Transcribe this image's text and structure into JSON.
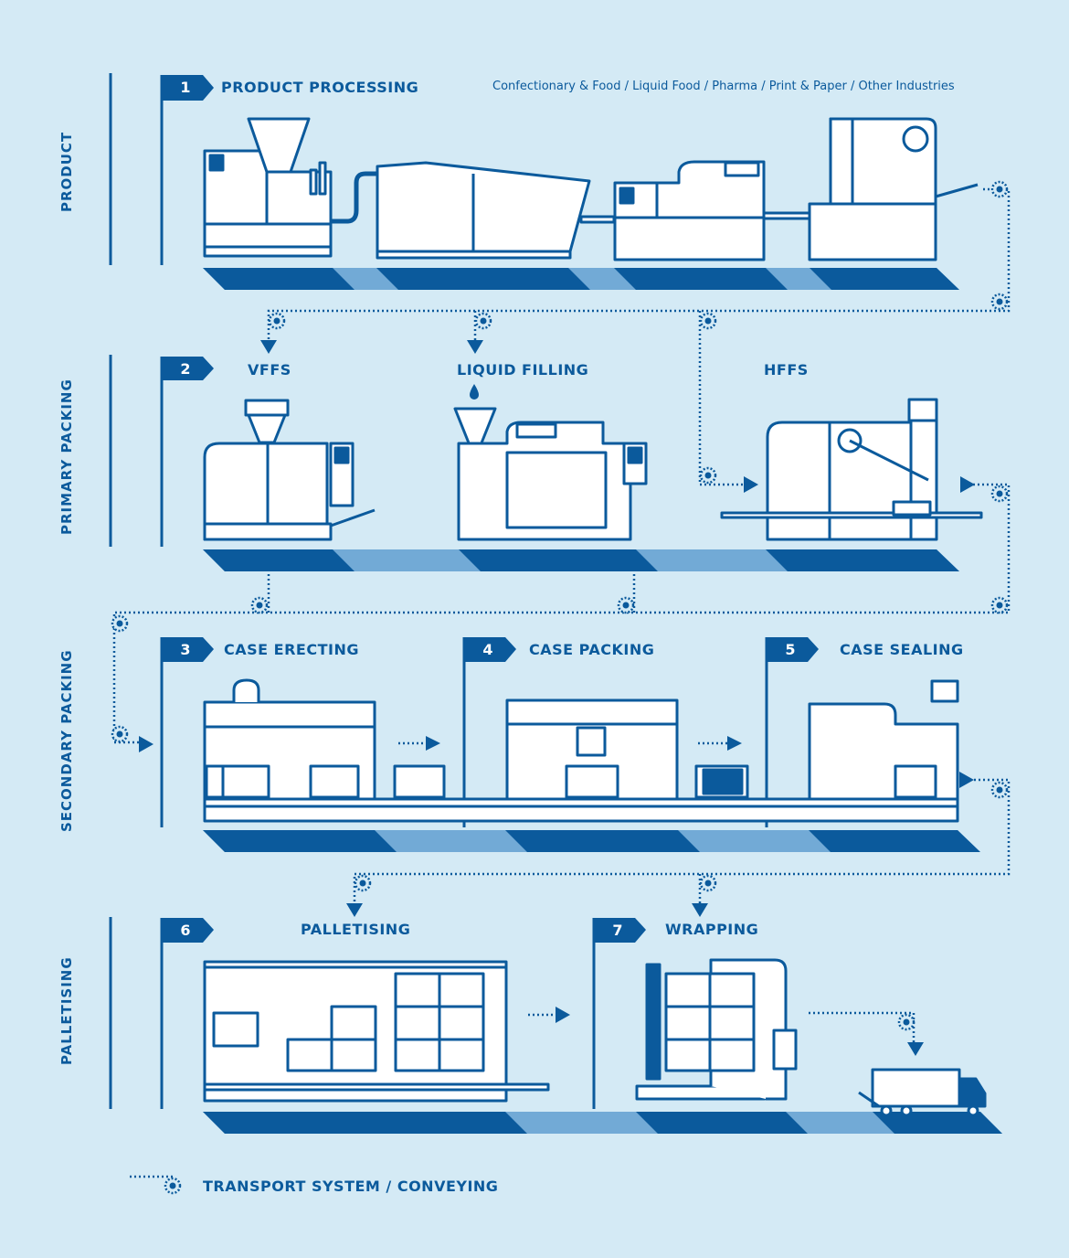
{
  "colors": {
    "background": "#d4eaf5",
    "primary": "#0b5a9c",
    "light": "#72aad6",
    "fill": "#ffffff"
  },
  "sections": [
    "PRODUCT",
    "PRIMARY PACKING",
    "SECONDARY PACKING",
    "PALLETISING"
  ],
  "steps": [
    {
      "number": "1",
      "title": "PRODUCT PROCESSING"
    },
    {
      "number": "2",
      "title": "VFFS"
    },
    {
      "title": "LIQUID FILLING"
    },
    {
      "title": "HFFS"
    },
    {
      "number": "3",
      "title": "CASE ERECTING"
    },
    {
      "number": "4",
      "title": "CASE PACKING"
    },
    {
      "number": "5",
      "title": "CASE SEALING"
    },
    {
      "number": "6",
      "title": "PALLETISING"
    },
    {
      "number": "7",
      "title": "WRAPPING"
    }
  ],
  "industries": "Confectionary & Food / Liquid Food / Pharma / Print & Paper / Other Industries",
  "legend": {
    "icon": "conveyor-roller-icon",
    "label": "TRANSPORT SYSTEM / CONVEYING"
  }
}
